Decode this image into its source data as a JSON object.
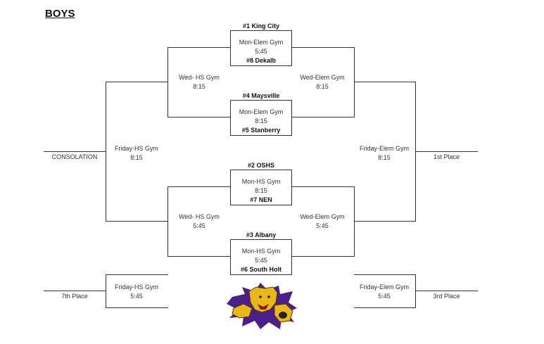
{
  "title": "BOYS",
  "first_round": [
    {
      "top_seed": "#1 King City",
      "location": "Mon-Elem Gym",
      "time": "5:45",
      "bottom_seed": "#8 Dekalb"
    },
    {
      "top_seed": "#4 Maysville",
      "location": "Mon-Elem Gym",
      "time": "8:15",
      "bottom_seed": "#5 Stanberry"
    },
    {
      "top_seed": "#2 OSHS",
      "location": "Mon-HS Gym",
      "time": "8:15",
      "bottom_seed": "#7 NEN"
    },
    {
      "top_seed": "#3 Albany",
      "location": "Mon-HS Gym",
      "time": "5:45",
      "bottom_seed": "#6 South Holt"
    }
  ],
  "semis_left": [
    {
      "location": "Wed- HS Gym",
      "time": "8:15"
    },
    {
      "location": "Wed- HS Gym",
      "time": "5:45"
    }
  ],
  "semis_right": [
    {
      "location": "Wed-Elem Gym",
      "time": "8:15"
    },
    {
      "location": "Wed-Elem Gym",
      "time": "5:45"
    }
  ],
  "finals": {
    "consolation": {
      "location": "Friday-HS Gym",
      "time": "8:15",
      "label": "CONSOLATION"
    },
    "championship": {
      "location": "Friday-Elem Gym",
      "time": "8:15",
      "label": "1st Place"
    },
    "seventh": {
      "location": "Friday-HS Gym",
      "time": "5:45",
      "label": "7th Place"
    },
    "third": {
      "location": "Friday-Elem Gym",
      "time": "5:45",
      "label": "3rd Place"
    }
  },
  "logo": {
    "name": "wildcat-mascot",
    "colors": {
      "gold": "#e8b818",
      "purple": "#4a1f8c"
    }
  }
}
